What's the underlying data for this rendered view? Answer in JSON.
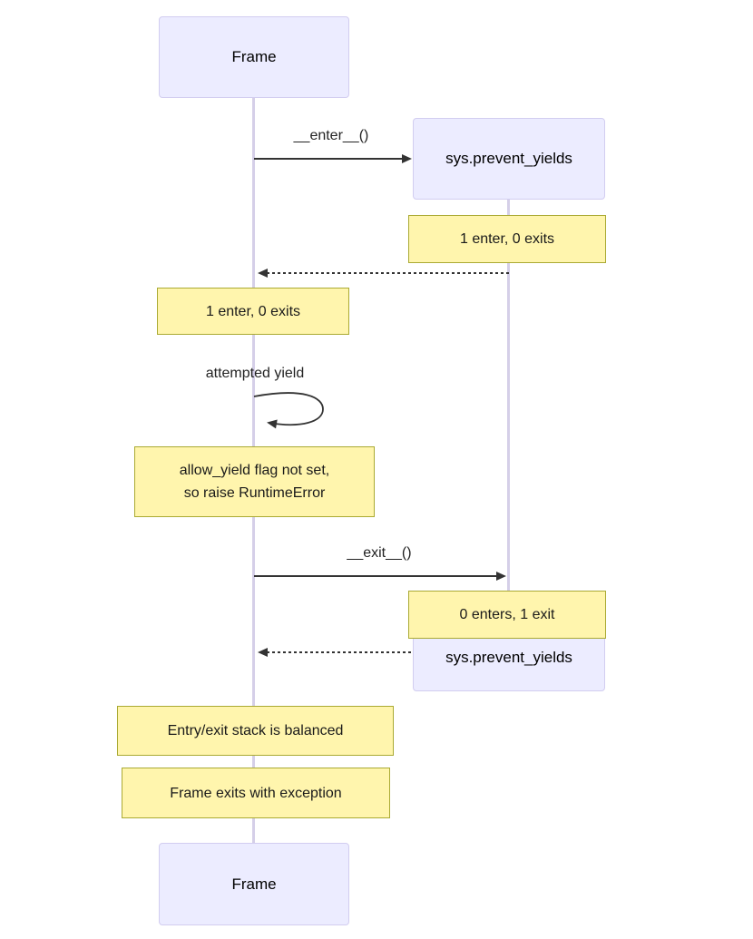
{
  "colors": {
    "actor_fill": "#ECECFF",
    "actor_border": "#d2cdf0",
    "note_fill": "#fff5ad",
    "note_border": "#aaaa33",
    "arrow": "#333333",
    "lifeline": "#d5cfe8",
    "text": "#1a1a1a"
  },
  "diagram": {
    "type": "sequence-diagram",
    "actor_boxes": {
      "frame_top": "Frame",
      "sys_top": "sys.prevent_yields",
      "sys_bottom": "sys.prevent_yields",
      "frame_bottom": "Frame"
    },
    "messages": {
      "enter_call": "__enter__()",
      "self_loop": "attempted yield",
      "exit_call": "__exit__()"
    },
    "notes": {
      "right_after_enter": "1 enter, 0 exits",
      "left_after_enter": "1 enter, 0 exits",
      "left_yield": "allow_yield flag not set,\nso raise RuntimeError",
      "right_after_exit": "0 enters, 1 exit",
      "left_balanced": "Entry/exit stack is balanced",
      "left_exception": "Frame exits with exception"
    }
  }
}
